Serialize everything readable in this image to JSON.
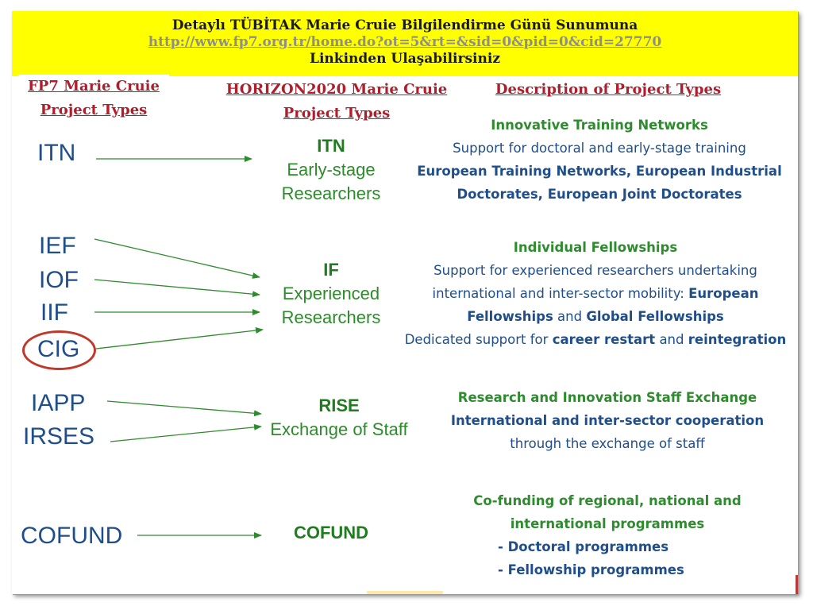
{
  "banner": {
    "line1": "Detaylı TÜBİTAK Marie Cruie Bilgilendirme Günü Sunumuna",
    "link": "http://www.fp7.org.tr/home.do?ot=5&rt=&sid=0&pid=0&cid=27770",
    "line3": "Linkinden Ulaşabilirsiniz"
  },
  "headers": {
    "fp7": "FP7 Marie Cruie Project Types",
    "h2020": "HORIZON2020 Marie Cruie Project Types",
    "desc": "Description of Project Types"
  },
  "fp7_items": [
    "ITN",
    "IEF",
    "IOF",
    "IIF",
    "CIG",
    "IAPP",
    "IRSES",
    "COFUND"
  ],
  "h2020_items": [
    {
      "abbr": "ITN",
      "sub": "Early-stage Researchers"
    },
    {
      "abbr": "IF",
      "sub": "Experienced Researchers"
    },
    {
      "abbr": "RISE",
      "sub": "Exchange of Staff"
    },
    {
      "abbr": "COFUND",
      "sub": ""
    }
  ],
  "descriptions": {
    "itn": {
      "title": "Innovative Training Networks",
      "l1": "Support for doctoral and early-stage training",
      "l2": "European Training Networks, European Industrial",
      "l3": "Doctorates, European Joint Doctorates"
    },
    "if": {
      "title": "Individual Fellowships",
      "l1": "Support for experienced researchers undertaking",
      "l2a": "international and inter-sector mobility: ",
      "l2b": "European",
      "l3a": "Fellowships",
      "l3b": " and ",
      "l3c": "Global Fellowships",
      "l4a": "Dedicated support for ",
      "l4b": "career restart",
      "l4c": " and ",
      "l4d": "reintegration"
    },
    "rise": {
      "title": "Research and Innovation Staff Exchange",
      "l1": "International and inter-sector cooperation",
      "l2": "through the exchange of staff"
    },
    "cofund": {
      "l1": "Co-funding of regional, national and",
      "l2": "international programmes",
      "l3": "- Doctoral programmes",
      "l4": "- Fellowship programmes"
    }
  },
  "colors": {
    "banner": "#ffff00",
    "header_red": "#b21d2b",
    "fp7_blue": "#1f4e8a",
    "h2020_green": "#2c8c2a",
    "arrow_green": "#2e8b2e",
    "cig_ring": "#c0392b"
  }
}
